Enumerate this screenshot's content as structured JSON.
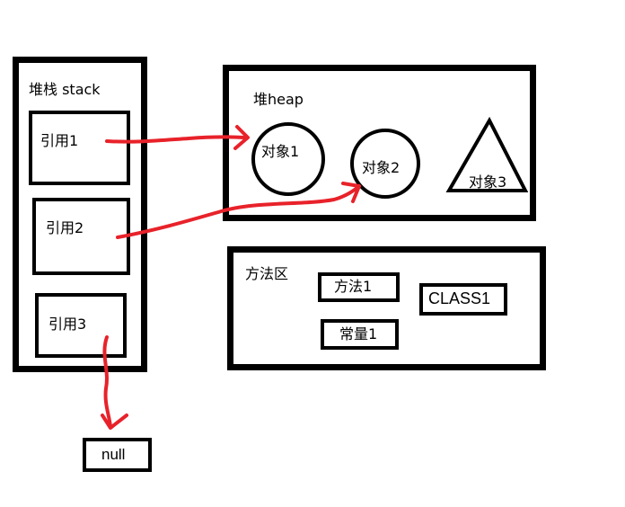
{
  "stack": {
    "title": "堆栈 stack",
    "refs": [
      "引用1",
      "引用2",
      "引用3"
    ]
  },
  "heap": {
    "title": "堆heap",
    "objects": [
      "对象1",
      "对象2",
      "对象3"
    ]
  },
  "method_area": {
    "title": "方法区",
    "items": [
      "方法1",
      "CLASS1",
      "常量1"
    ]
  },
  "null_label": "null",
  "colors": {
    "arrow": "#e8222a",
    "outline": "#000000"
  }
}
